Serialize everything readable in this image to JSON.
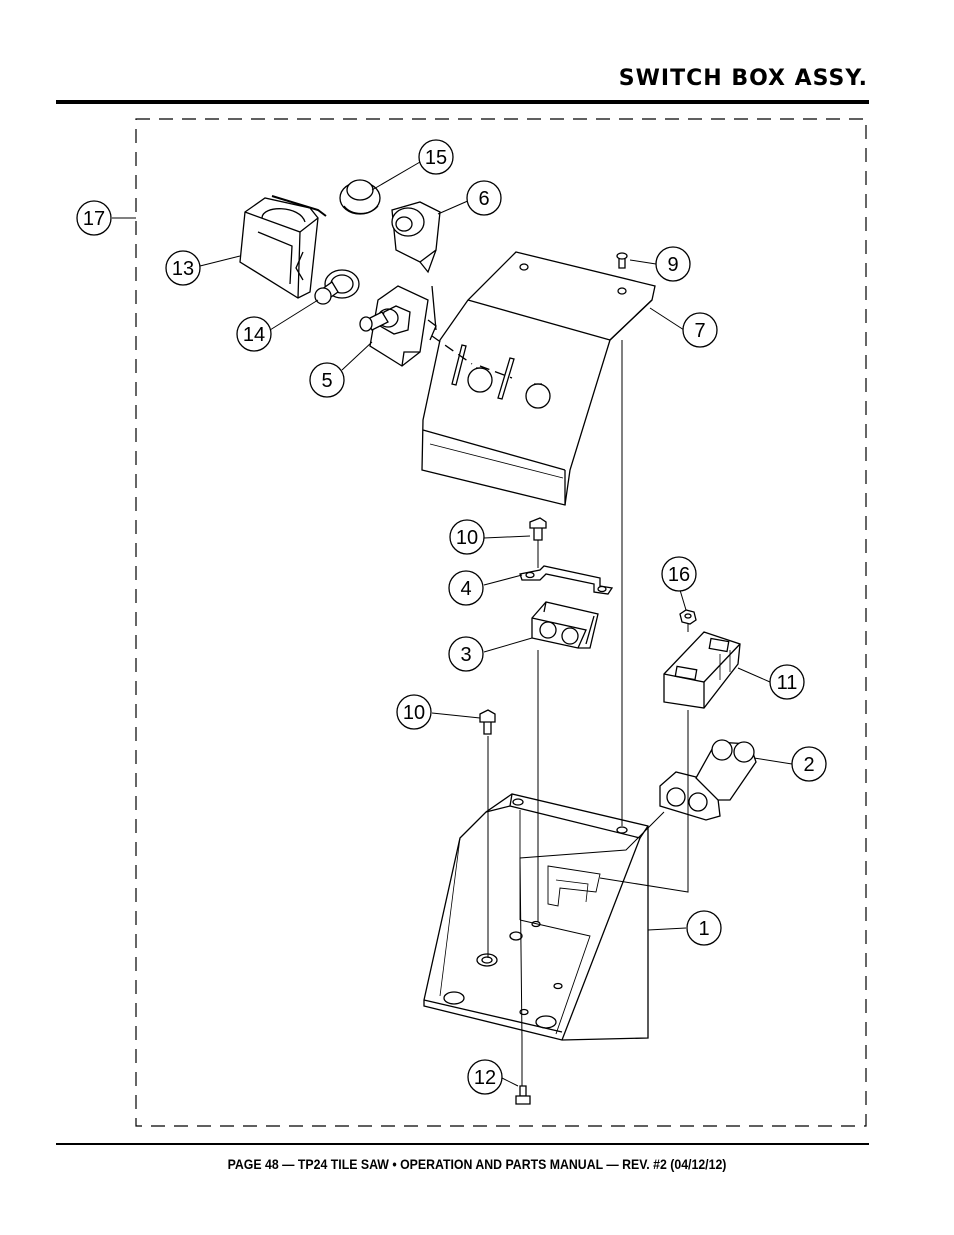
{
  "page_title": "SWITCH BOX ASSY.",
  "footer": "PAGE 48 — TP24 TILE SAW • OPERATION AND PARTS MANUAL — REV. #2 (04/12/12)",
  "callouts": [
    "1",
    "2",
    "3",
    "4",
    "5",
    "6",
    "7",
    "9",
    "10",
    "10",
    "11",
    "12",
    "13",
    "14",
    "15",
    "16",
    "17"
  ]
}
